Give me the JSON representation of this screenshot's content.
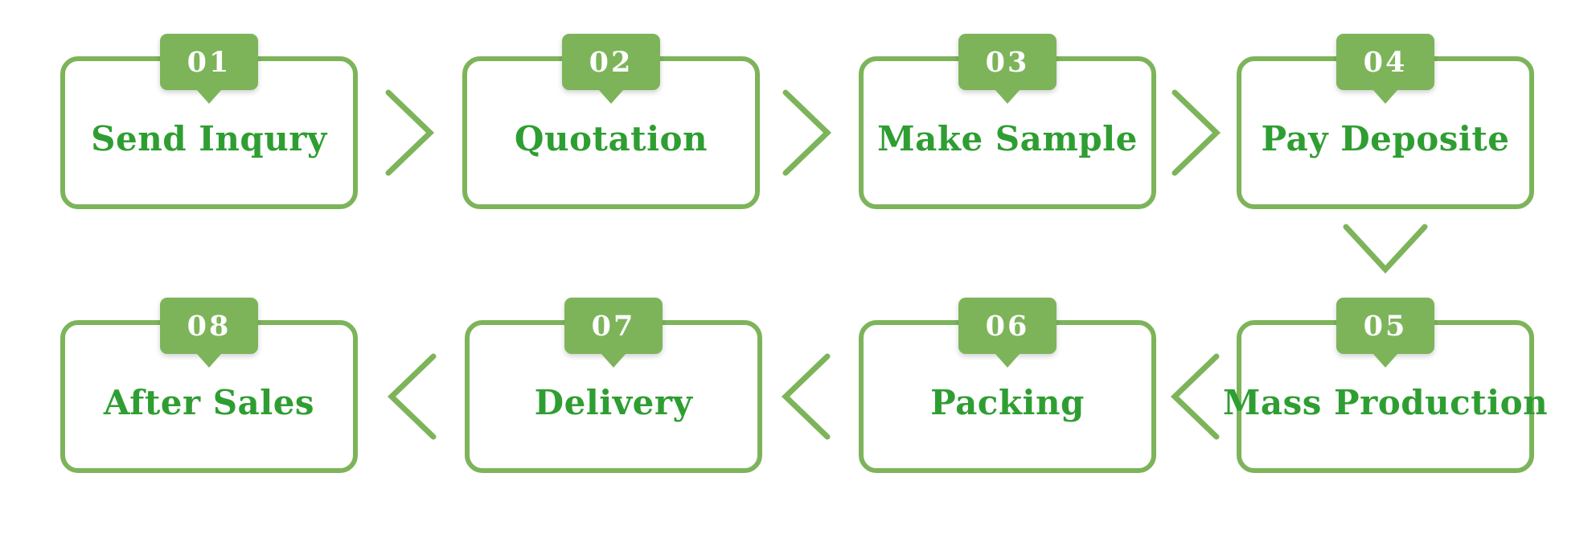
{
  "flow": {
    "steps": [
      {
        "number": "01",
        "label": "Send Inqury"
      },
      {
        "number": "02",
        "label": "Quotation"
      },
      {
        "number": "03",
        "label": "Make Sample"
      },
      {
        "number": "04",
        "label": "Pay Deposite"
      },
      {
        "number": "05",
        "label": "Mass Production"
      },
      {
        "number": "06",
        "label": "Packing"
      },
      {
        "number": "07",
        "label": "Delivery"
      },
      {
        "number": "08",
        "label": "After Sales"
      }
    ],
    "connectors": [
      {
        "from": "01",
        "to": "02",
        "direction": "right",
        "icon": "chevron-right-icon"
      },
      {
        "from": "02",
        "to": "03",
        "direction": "right",
        "icon": "chevron-right-icon"
      },
      {
        "from": "03",
        "to": "04",
        "direction": "right",
        "icon": "chevron-right-icon"
      },
      {
        "from": "04",
        "to": "05",
        "direction": "down",
        "icon": "chevron-down-icon"
      },
      {
        "from": "05",
        "to": "06",
        "direction": "left",
        "icon": "chevron-left-icon"
      },
      {
        "from": "06",
        "to": "07",
        "direction": "left",
        "icon": "chevron-left-icon"
      },
      {
        "from": "07",
        "to": "08",
        "direction": "left",
        "icon": "chevron-left-icon"
      }
    ],
    "colors": {
      "accent_green": "#7db45a",
      "label_green": "#2f9e32",
      "badge_number_color": "#ffffff",
      "background": "#ffffff"
    }
  }
}
